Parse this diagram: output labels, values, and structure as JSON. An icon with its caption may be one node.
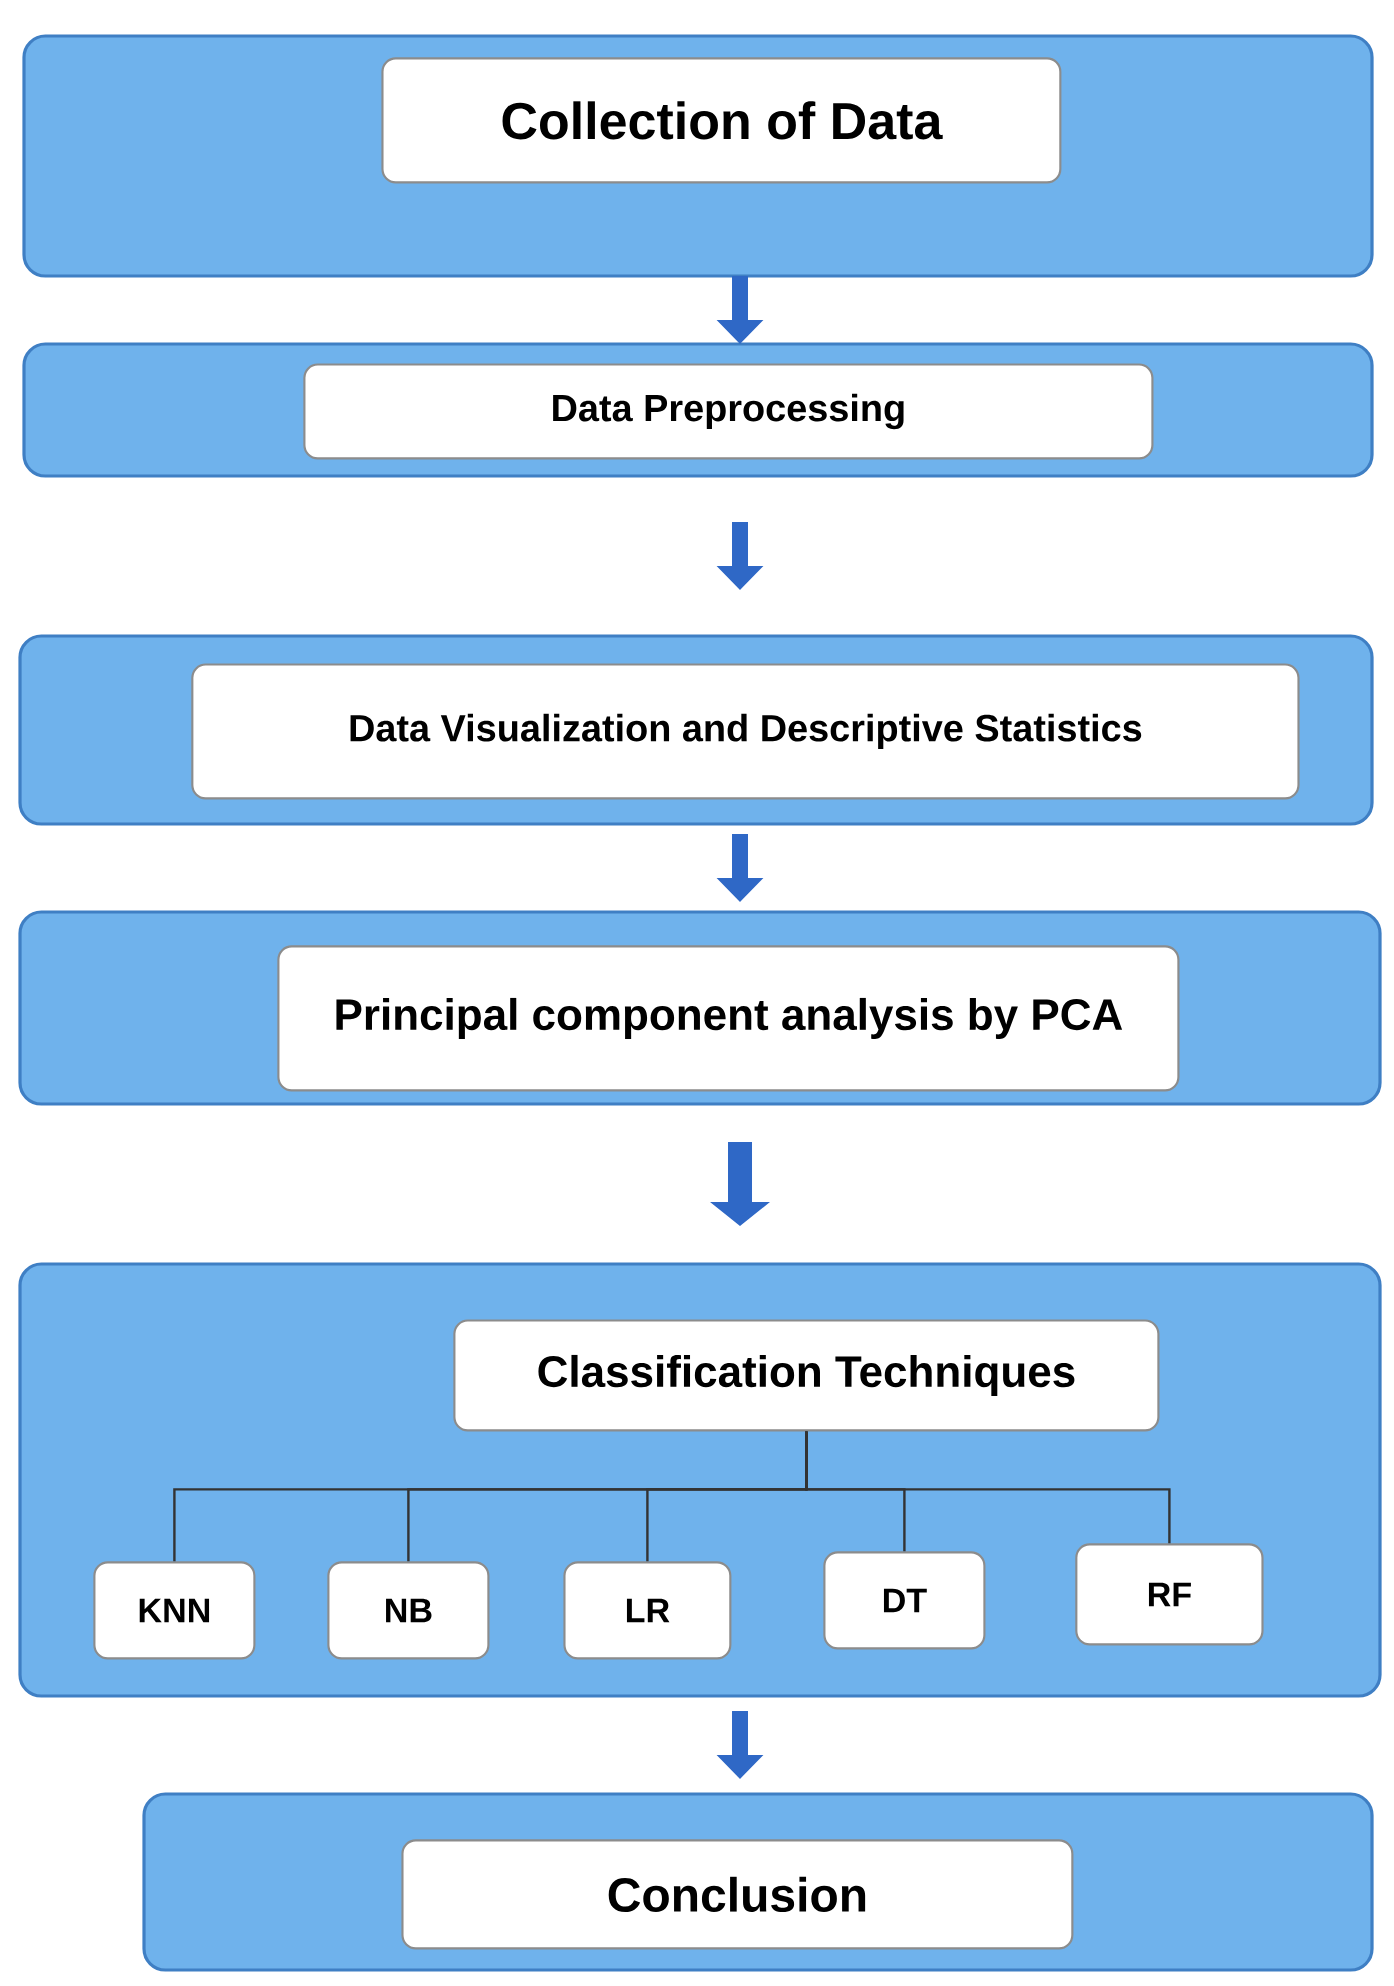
{
  "diagram": {
    "nodes": [
      {
        "text": [],
        "shape": "box"
      },
      {
        "text": [
          "Collection of Data"
        ],
        "in": 0
      },
      {
        "text": [],
        "shape": "box"
      },
      {
        "text": [
          "Data Preprocessing"
        ],
        "in": 2
      },
      {
        "text": [],
        "shape": "box"
      },
      {
        "text": [
          "Data Visualization and Descriptive Statistics"
        ],
        "in": 4
      },
      {
        "text": [],
        "shape": "box"
      },
      {
        "text": [
          "Principal component analysis by PCA"
        ],
        "in": 6
      },
      {
        "text": [],
        "shape": "box"
      },
      {
        "text": [
          "Classification Techniques"
        ],
        "in": 8
      },
      {
        "text": [
          "KNN"
        ],
        "in": 8
      },
      {
        "text": [
          "NB"
        ],
        "in": 8
      },
      {
        "text": [
          "LR"
        ],
        "in": 8
      },
      {
        "text": [
          "DT"
        ],
        "in": 8
      },
      {
        "text": [
          "RF"
        ],
        "in": 8
      },
      {
        "text": [],
        "shape": "box"
      },
      {
        "text": [
          "Conclusion"
        ],
        "in": 15
      }
    ],
    "edges": [
      {
        "from": 0,
        "to": 2,
        "arrow": "to",
        "style": "thick",
        "color": "#2f68c6"
      },
      {
        "from": 2,
        "to": 4,
        "arrow": "to",
        "style": "thick",
        "color": "#2f68c6"
      },
      {
        "from": 4,
        "to": 6,
        "arrow": "to",
        "style": "thick",
        "color": "#2f68c6"
      },
      {
        "from": 6,
        "to": 8,
        "arrow": "to",
        "style": "thick",
        "color": "#2f68c6"
      },
      {
        "from": 9,
        "to": 10,
        "arrow": "none",
        "color": "#333333"
      },
      {
        "from": 9,
        "to": 11,
        "arrow": "none",
        "color": "#333333"
      },
      {
        "from": 9,
        "to": 12,
        "arrow": "none",
        "color": "#333333"
      },
      {
        "from": 9,
        "to": 13,
        "arrow": "none",
        "color": "#333333"
      },
      {
        "from": 9,
        "to": 14,
        "arrow": "none",
        "color": "#333333"
      },
      {
        "from": 8,
        "to": 15,
        "arrow": "to",
        "style": "thick",
        "color": "#2f68c6"
      }
    ]
  }
}
